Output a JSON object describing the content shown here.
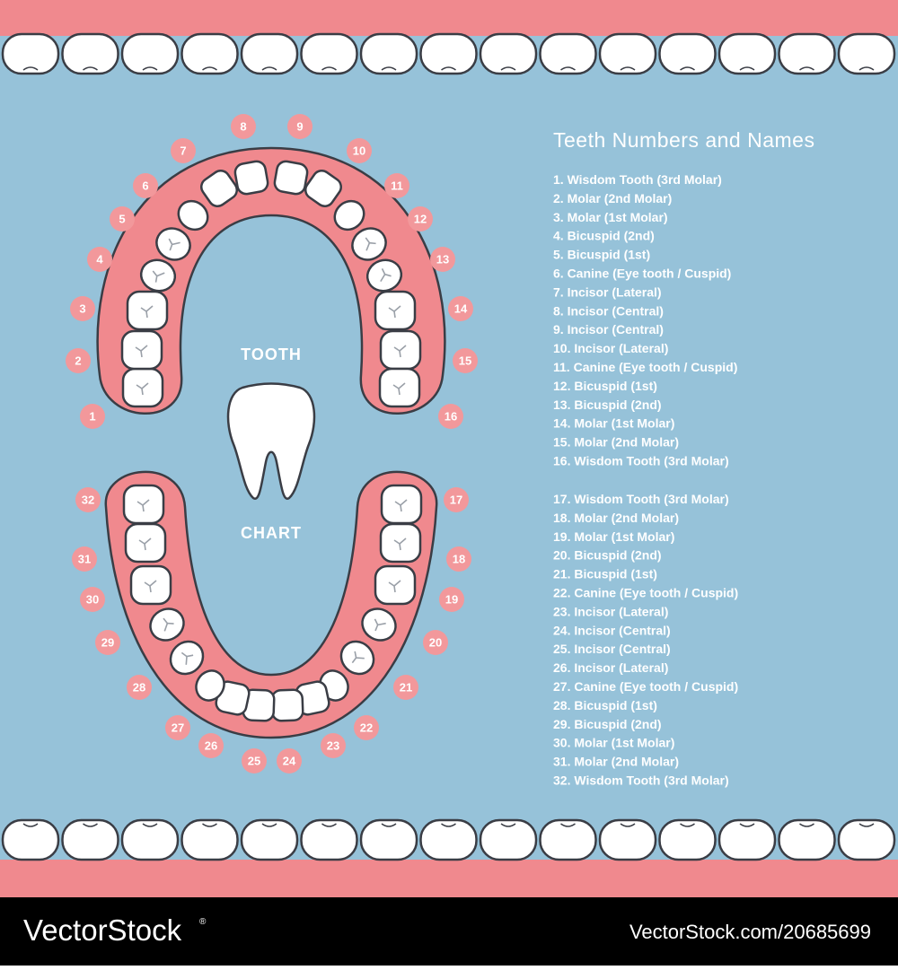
{
  "colors": {
    "background": "#96c2d9",
    "gum": "#f0898e",
    "gum_band": "#f39fa3",
    "gum_dark": "#d8646c",
    "tooth": "#ffffff",
    "outline": "#3a3d45",
    "badge": "#f2989b",
    "footer": "#000000"
  },
  "center": {
    "line1": "TOOTH",
    "line2": "CHART"
  },
  "legend": {
    "title": "Teeth Numbers and Names",
    "upper": [
      "1. Wisdom Tooth (3rd Molar)",
      "2. Molar (2nd Molar)",
      "3. Molar (1st Molar)",
      "4. Bicuspid (2nd)",
      "5. Bicuspid (1st)",
      "6. Canine (Eye tooth / Cuspid)",
      "7. Incisor (Lateral)",
      "8. Incisor (Central)",
      "9. Incisor (Central)",
      "10. Incisor (Lateral)",
      "11. Canine (Eye tooth / Cuspid)",
      "12. Bicuspid (1st)",
      "13. Bicuspid (2nd)",
      "14. Molar (1st Molar)",
      "15. Molar (2nd Molar)",
      "16. Wisdom Tooth (3rd Molar)"
    ],
    "lower": [
      "17. Wisdom Tooth (3rd Molar)",
      "18. Molar (2nd Molar)",
      "19. Molar (1st Molar)",
      "20. Bicuspid (2nd)",
      "21. Bicuspid (1st)",
      "22. Canine (Eye tooth / Cuspid)",
      "23. Incisor (Lateral)",
      "24. Incisor (Central)",
      "25. Incisor (Central)",
      "26. Incisor (Lateral)",
      "27. Canine (Eye tooth / Cuspid)",
      "28. Bicuspid (1st)",
      "29. Bicuspid (2nd)",
      "30. Molar (1st Molar)",
      "31. Molar (2nd Molar)",
      "32. Wisdom Tooth (3rd Molar)"
    ]
  },
  "tooth_numbers": [
    "1",
    "2",
    "3",
    "4",
    "5",
    "6",
    "7",
    "8",
    "9",
    "10",
    "11",
    "12",
    "13",
    "14",
    "15",
    "16",
    "17",
    "18",
    "19",
    "20",
    "21",
    "22",
    "23",
    "24",
    "25",
    "26",
    "27",
    "28",
    "29",
    "30",
    "31",
    "32"
  ],
  "footer": {
    "brand": "VectorStock",
    "registered": "®",
    "id": "VectorStock.com/20685699"
  }
}
